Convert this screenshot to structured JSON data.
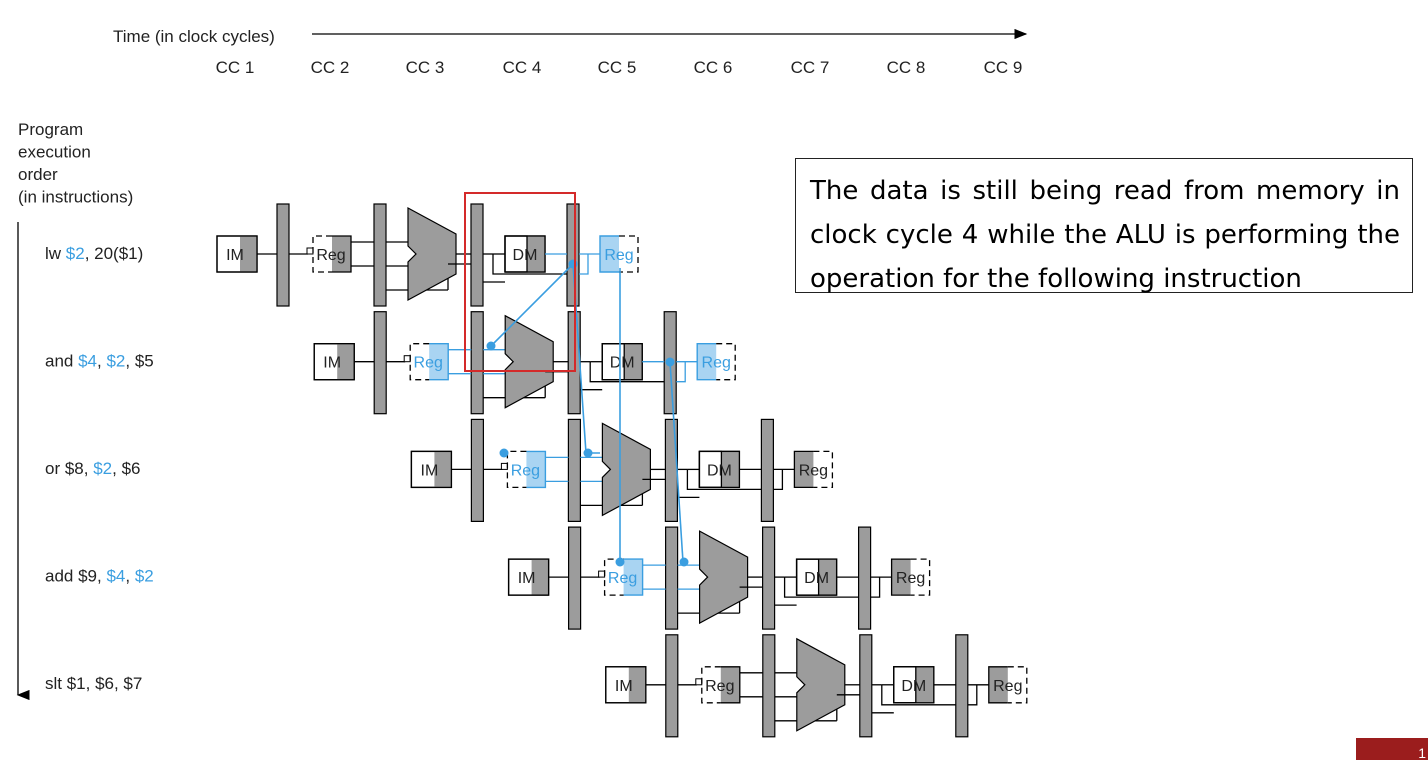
{
  "time_label": "Time (in clock cycles)",
  "clock_cycles": [
    "CC 1",
    "CC 2",
    "CC 3",
    "CC 4",
    "CC 5",
    "CC 6",
    "CC 7",
    "CC 8",
    "CC 9"
  ],
  "order_label": [
    "Program",
    "execution",
    "order",
    "(in instructions)"
  ],
  "instructions": [
    {
      "parts": [
        {
          "t": "lw ",
          "hl": false
        },
        {
          "t": "$2",
          "hl": true
        },
        {
          "t": ", 20($1)",
          "hl": false
        }
      ]
    },
    {
      "parts": [
        {
          "t": "and ",
          "hl": false
        },
        {
          "t": "$4",
          "hl": true
        },
        {
          "t": ", ",
          "hl": false
        },
        {
          "t": "$2",
          "hl": true
        },
        {
          "t": ", $5",
          "hl": false
        }
      ]
    },
    {
      "parts": [
        {
          "t": "or $8, ",
          "hl": false
        },
        {
          "t": "$2",
          "hl": true
        },
        {
          "t": ", $6",
          "hl": false
        }
      ]
    },
    {
      "parts": [
        {
          "t": "add $9, ",
          "hl": false
        },
        {
          "t": "$4",
          "hl": true
        },
        {
          "t": ", ",
          "hl": false
        },
        {
          "t": "$2",
          "hl": true
        }
      ]
    },
    {
      "parts": [
        {
          "t": "slt $1, $6, $7",
          "hl": false
        }
      ]
    }
  ],
  "stage_labels": {
    "im": "IM",
    "reg": "Reg",
    "dm": "DM"
  },
  "callout_text": "The data is still being read from memory in clock cycle 4 while the ALU is performing the operation for the following instruction",
  "slide_number": "1",
  "colors": {
    "highlight": "#3a9ee0",
    "highlight_fill": "#a9d4f2",
    "gray": "#9c9c9c",
    "box_red": "#d42a2a",
    "slide_tab": "#9b1d1d"
  }
}
